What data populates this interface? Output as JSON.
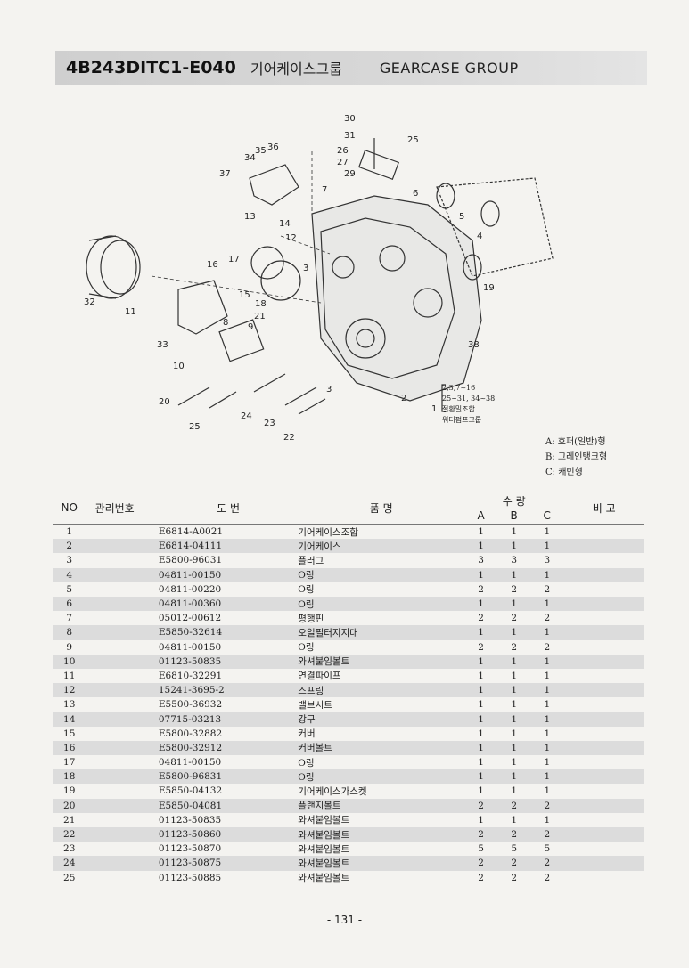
{
  "header": {
    "model_code": "4B243DITC1-E040",
    "title_ko": "기어케이스그룹",
    "title_en": "GEARCASE GROUP"
  },
  "diagram": {
    "callouts": [
      "30",
      "31",
      "25",
      "26",
      "27",
      "29",
      "7",
      "6",
      "5",
      "4",
      "3",
      "36",
      "35",
      "34",
      "37",
      "13",
      "14",
      "12",
      "16",
      "17",
      "18",
      "15",
      "32",
      "11",
      "33",
      "8",
      "21",
      "9",
      "10",
      "20",
      "25",
      "24",
      "23",
      "22",
      "2",
      "1",
      "38",
      "19",
      "3"
    ],
    "note_lines": [
      "2,3,7~16",
      "25~31, 34~38",
      "절환밀조합",
      "워터펌프그룹"
    ]
  },
  "legend": [
    "A: 호퍼(일반)형",
    "B: 그레인탱크형",
    "C: 캐빈형"
  ],
  "table": {
    "headers": {
      "no": "NO",
      "mgmt": "관리번호",
      "part_no": "도 번",
      "name": "품 명",
      "qty": "수 량",
      "qa": "A",
      "qb": "B",
      "qc": "C",
      "remarks": "비 고"
    },
    "rows": [
      {
        "no": "1",
        "part": "E6814-A0021",
        "name": "기어케이스조합",
        "a": "1",
        "b": "1",
        "c": "1"
      },
      {
        "no": "2",
        "part": "E6814-04111",
        "name": "기어케이스",
        "a": "1",
        "b": "1",
        "c": "1"
      },
      {
        "no": "3",
        "part": "E5800-96031",
        "name": "플러그",
        "a": "3",
        "b": "3",
        "c": "3"
      },
      {
        "no": "4",
        "part": "04811-00150",
        "name": "O링",
        "a": "1",
        "b": "1",
        "c": "1"
      },
      {
        "no": "5",
        "part": "04811-00220",
        "name": "O링",
        "a": "2",
        "b": "2",
        "c": "2"
      },
      {
        "no": "6",
        "part": "04811-00360",
        "name": "O링",
        "a": "1",
        "b": "1",
        "c": "1"
      },
      {
        "no": "7",
        "part": "05012-00612",
        "name": "평행핀",
        "a": "2",
        "b": "2",
        "c": "2"
      },
      {
        "no": "8",
        "part": "E5850-32614",
        "name": "오일필터지지대",
        "a": "1",
        "b": "1",
        "c": "1"
      },
      {
        "no": "9",
        "part": "04811-00150",
        "name": "O링",
        "a": "2",
        "b": "2",
        "c": "2"
      },
      {
        "no": "10",
        "part": "01123-50835",
        "name": "와셔붙임볼트",
        "a": "1",
        "b": "1",
        "c": "1"
      },
      {
        "no": "11",
        "part": "E6810-32291",
        "name": "연결파이프",
        "a": "1",
        "b": "1",
        "c": "1"
      },
      {
        "no": "12",
        "part": "15241-3695-2",
        "name": "스프링",
        "a": "1",
        "b": "1",
        "c": "1"
      },
      {
        "no": "13",
        "part": "E5500-36932",
        "name": "밸브시트",
        "a": "1",
        "b": "1",
        "c": "1"
      },
      {
        "no": "14",
        "part": "07715-03213",
        "name": "강구",
        "a": "1",
        "b": "1",
        "c": "1"
      },
      {
        "no": "15",
        "part": "E5800-32882",
        "name": "커버",
        "a": "1",
        "b": "1",
        "c": "1"
      },
      {
        "no": "16",
        "part": "E5800-32912",
        "name": "커버볼트",
        "a": "1",
        "b": "1",
        "c": "1"
      },
      {
        "no": "17",
        "part": "04811-00150",
        "name": "O링",
        "a": "1",
        "b": "1",
        "c": "1"
      },
      {
        "no": "18",
        "part": "E5800-96831",
        "name": "O링",
        "a": "1",
        "b": "1",
        "c": "1"
      },
      {
        "no": "19",
        "part": "E5850-04132",
        "name": "기어케이스가스켓",
        "a": "1",
        "b": "1",
        "c": "1"
      },
      {
        "no": "20",
        "part": "E5850-04081",
        "name": "플랜지볼트",
        "a": "2",
        "b": "2",
        "c": "2"
      },
      {
        "no": "21",
        "part": "01123-50835",
        "name": "와셔붙임볼트",
        "a": "1",
        "b": "1",
        "c": "1"
      },
      {
        "no": "22",
        "part": "01123-50860",
        "name": "와셔붙임볼트",
        "a": "2",
        "b": "2",
        "c": "2"
      },
      {
        "no": "23",
        "part": "01123-50870",
        "name": "와셔붙임볼트",
        "a": "5",
        "b": "5",
        "c": "5"
      },
      {
        "no": "24",
        "part": "01123-50875",
        "name": "와셔붙임볼트",
        "a": "2",
        "b": "2",
        "c": "2"
      },
      {
        "no": "25",
        "part": "01123-50885",
        "name": "와셔붙임볼트",
        "a": "2",
        "b": "2",
        "c": "2"
      }
    ]
  },
  "page_number": "- 131 -"
}
